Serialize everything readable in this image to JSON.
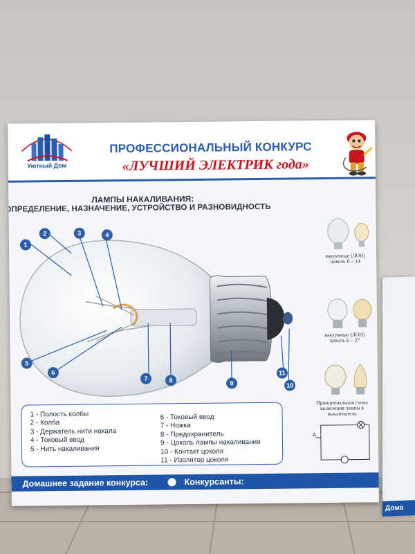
{
  "poster": {
    "logo_name": "Уютный Дом",
    "title_line1": "ПРОФЕССИОНАЛЬНЫЙ КОНКУРС",
    "title_line2": "«ЛУЧШИЙ ЭЛЕКТРИК года»",
    "subtitle_line1": "ЛАМПЫ НАКАЛИВАНИЯ:",
    "subtitle_line2": "ОПРЕДЕЛЕНИЕ, НАЗНАЧЕНИЕ, УСТРОЙСТВО И РАЗНОВИДНОСТЬ",
    "callouts": [
      "1",
      "2",
      "3",
      "4",
      "5",
      "6",
      "7",
      "8",
      "9",
      "10",
      "11"
    ],
    "legend_left": [
      "1 - Полость колбы",
      "2 - Колба",
      "3 - Держатель нити накала",
      "4 - Токовый ввод",
      "5 - Нить накаливания"
    ],
    "legend_right": [
      "6 - Токовый ввод",
      "7 - Ножка",
      "8 - Предохранитель",
      "9 - Цоколь лампы накаливания",
      "10 - Контакт цоколя",
      "11 - Изолятор цоколя"
    ],
    "side_captions": {
      "e14_line1": "вакуумные (ЛОН)",
      "e14_line2": "цоколь Е – 14",
      "e27_line1": "вакуумные (ЛОН)",
      "e27_line2": "цоколь Е – 27",
      "scheme_line1": "Принципиальная схема",
      "scheme_line2": "включения лампы в",
      "scheme_line3": "выключатель",
      "scheme_label": "A"
    },
    "footer_homework": "Домашнее задание конкурса:",
    "footer_candidates": "Конкурсанты:"
  },
  "right_board_strip": "Дома",
  "colors": {
    "brand_blue": "#2a5db0",
    "title_red": "#c8141c",
    "footer_blue": "#1f55a8",
    "badge_blue": "#2d5fa8"
  }
}
